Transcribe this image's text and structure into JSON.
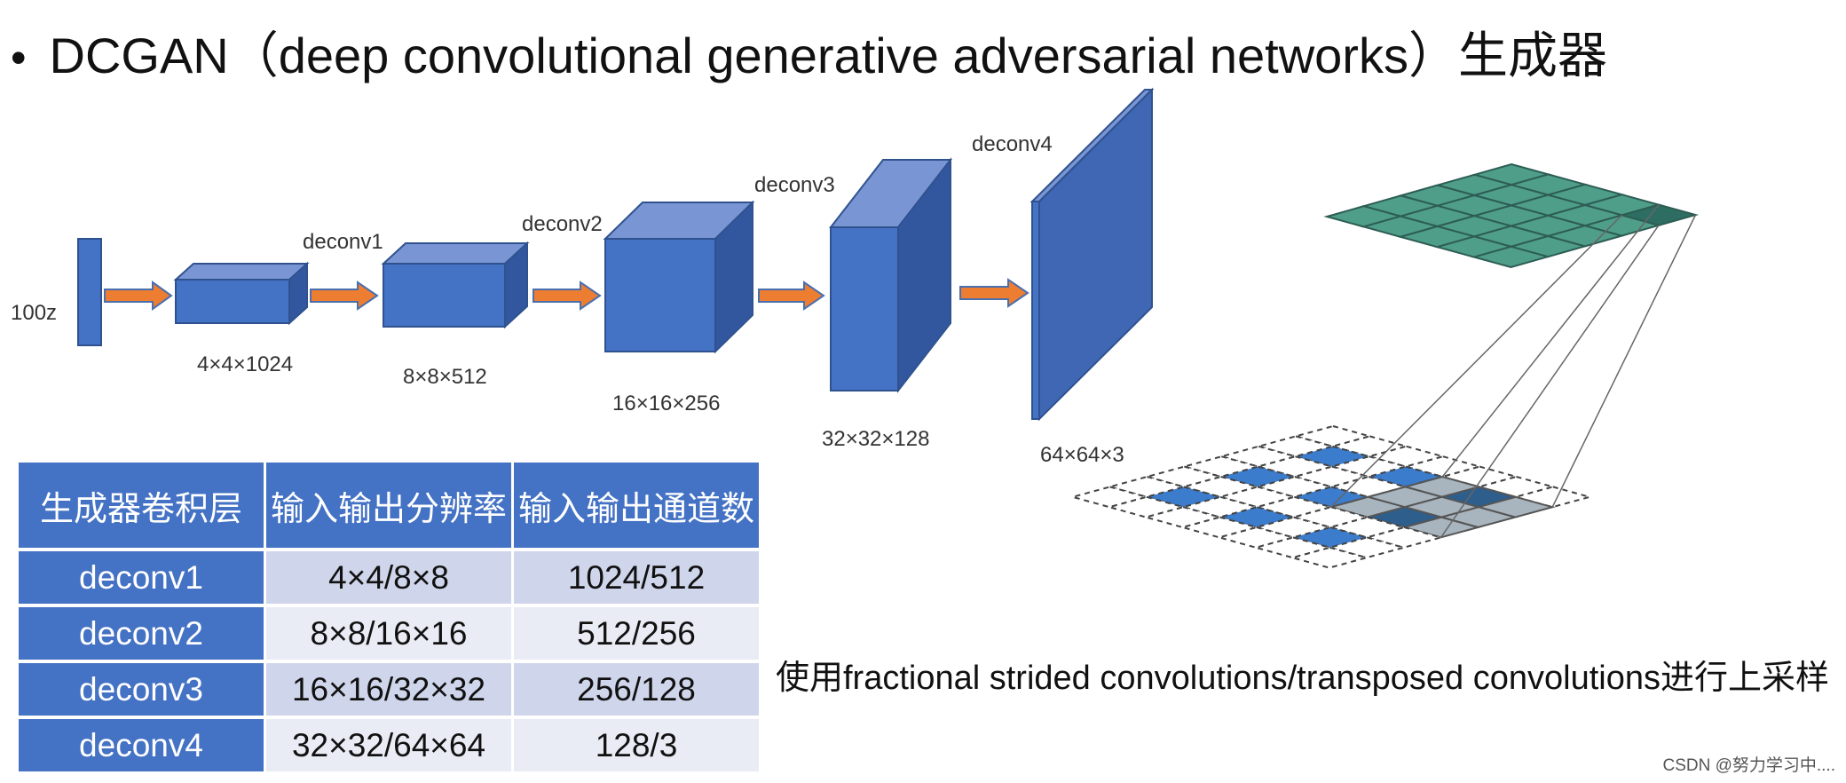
{
  "title": {
    "bullet": "•",
    "text": "DCGAN（deep convolutional generative adversarial networks）生成器"
  },
  "diagram": {
    "input_label": "100z",
    "layers": [
      {
        "name": "deconv1",
        "size": "4×4×1024"
      },
      {
        "name": "deconv2",
        "size": "8×8×512"
      },
      {
        "name": "deconv3",
        "size": "16×16×256"
      },
      {
        "name": "deconv4",
        "size": "32×32×128"
      },
      {
        "name": "",
        "size": "64×64×3"
      }
    ],
    "colors": {
      "block_front": "#4472c4",
      "block_top": "#7a95d4",
      "block_side": "#33579e",
      "arrow": "#ed7d31",
      "arrow_edge": "#4a6fae"
    }
  },
  "table": {
    "headers": [
      "生成器卷积层",
      "输入输出分辨率",
      "输入输出通道数"
    ],
    "rows": [
      [
        "deconv1",
        "4×4/8×8",
        "1024/512"
      ],
      [
        "deconv2",
        "8×8/16×16",
        "512/256"
      ],
      [
        "deconv3",
        "16×16/32×32",
        "256/128"
      ],
      [
        "deconv4",
        "32×32/64×64",
        "128/3"
      ]
    ]
  },
  "illustration": {
    "colors": {
      "output_grid": "#4f9e8a",
      "output_highlight": "#2e6e62",
      "input_cell": "#3b7ccc",
      "kernel": "#a8b4be",
      "kernel_center": "#2e5e8c"
    }
  },
  "note": "使用fractional strided convolutions/transposed convolutions进行上采样",
  "credit": "CSDN @努力学习中...."
}
